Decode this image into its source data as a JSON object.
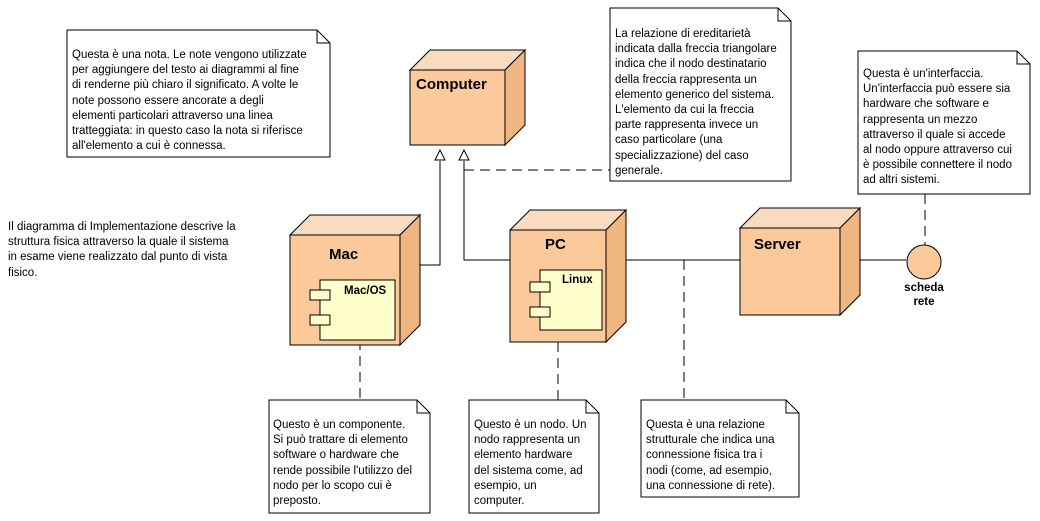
{
  "diagram": {
    "intro_text": "Il diagramma di Implementazione descrive la\nstruttura fisica attraverso la quale il sistema\nin esame viene realizzato dal punto di vista\nfisico.",
    "nodes": {
      "computer": "Computer",
      "mac": "Mac",
      "pc": "PC",
      "server": "Server"
    },
    "components": {
      "macos": "Mac/OS",
      "linux": "Linux"
    },
    "interface_label": "scheda\nrete",
    "notes": {
      "nota": "Questa è una nota. Le note vengono utilizzate\nper aggiungere del testo ai diagrammi al fine\ndi renderne più chiaro il significato. A volte le\nnote possono essere ancorate a degli\nelementi particolari attraverso una linea\ntratteggiata: in questo caso la nota si riferisce\nall'elemento a cui è connessa.",
      "ereditarieta": "La relazione di ereditarietà\nindicata dalla freccia triangolare\nindica che il nodo destinatario\ndella freccia rappresenta un\nelemento generico del sistema.\nL'elemento da cui la freccia\nparte rappresenta invece un\ncaso particolare (una\nspecializzazione) del caso\ngenerale.",
      "interfaccia": "Questa è un'interfaccia.\nUn'interfaccia può essere sia\nhardware che software e\nrappresenta un mezzo\nattraverso il quale si accede\nal nodo oppure attraverso cui\nè possibile connettere il nodo\nad altri sistemi.",
      "componente": "Questo è un componente.\nSi può trattare di elemento\nsoftware o hardware che\nrende possibile l'utilizzo del\nnodo per lo scopo cui è\npreposto.",
      "nodo": "Questo è un nodo. Un\nnodo rappresenta un\nelemento hardware\ndel sistema come, ad\nesempio, un\ncomputer.",
      "relazione": "Questa è una relazione\nstrutturale che indica una\nconnessione fisica tra i\nnodi (come, ad esempio,\nuna connessione di rete)."
    },
    "colors": {
      "node_front": "#fbc99a",
      "node_side": "#f0b682",
      "node_top": "#f9dcbf",
      "component_fill": "#ffffcc",
      "interface_fill": "#fbc99a",
      "note_fill": "#ffffff",
      "line": "#000000"
    }
  }
}
